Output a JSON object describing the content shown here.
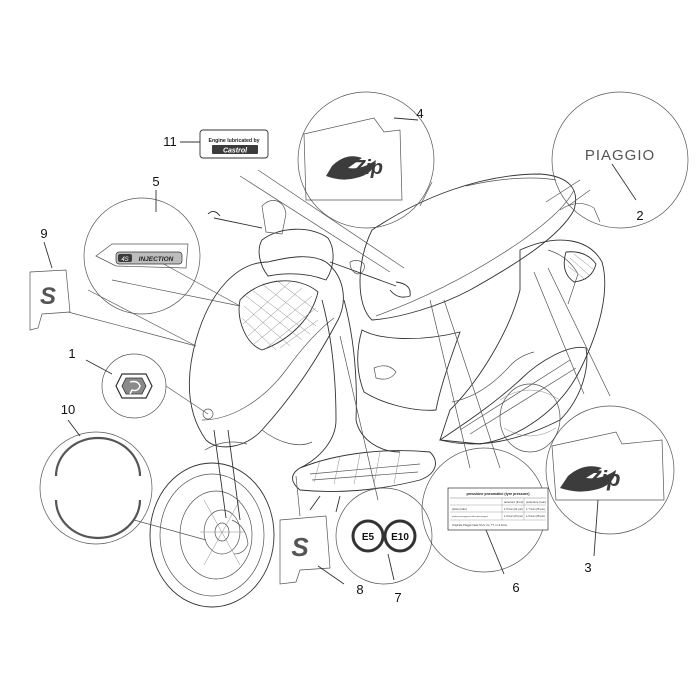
{
  "colors": {
    "line": "#333333",
    "light_line": "#999999",
    "decal_dark": "#3c3c3c",
    "decal_mid": "#8a8a8a",
    "background": "#ffffff"
  },
  "callouts": [
    {
      "id": "1",
      "label": "1"
    },
    {
      "id": "2",
      "label": "2"
    },
    {
      "id": "3",
      "label": "3"
    },
    {
      "id": "4",
      "label": "4"
    },
    {
      "id": "5",
      "label": "5"
    },
    {
      "id": "6",
      "label": "6"
    },
    {
      "id": "7",
      "label": "7"
    },
    {
      "id": "8",
      "label": "8"
    },
    {
      "id": "9",
      "label": "9"
    },
    {
      "id": "10",
      "label": "10"
    },
    {
      "id": "11",
      "label": "11"
    }
  ],
  "decals": {
    "castrol": {
      "line1": "Engine lubricated by",
      "brand": "Castrol"
    },
    "injection": {
      "prefix": "4S",
      "text": "INJECTION"
    },
    "piaggio": {
      "text": "PIAGGIO"
    },
    "zip": {
      "text": "Zip"
    },
    "s_badge": {
      "text": "S"
    },
    "fuel": {
      "e5": "E5",
      "e10": "E10"
    },
    "tyre_label": {
      "title": "pressione pneumatici (tyre pressure)",
      "header": [
        "",
        "anteriore (front)",
        "posteriore (rear)"
      ],
      "rows": [
        [
          "pilota (rider)",
          "1.5 bar (21 psi)",
          "1.7 bar (25 psi)"
        ],
        [
          "pilota+passeggero (rider+passenger)",
          "1.6 bar (23 psi)",
          "1.9 bar (28 psi)"
        ]
      ],
      "footer": "Originale Piaggio Italia: M+S, CL, TT, 1 nit Zona"
    }
  }
}
